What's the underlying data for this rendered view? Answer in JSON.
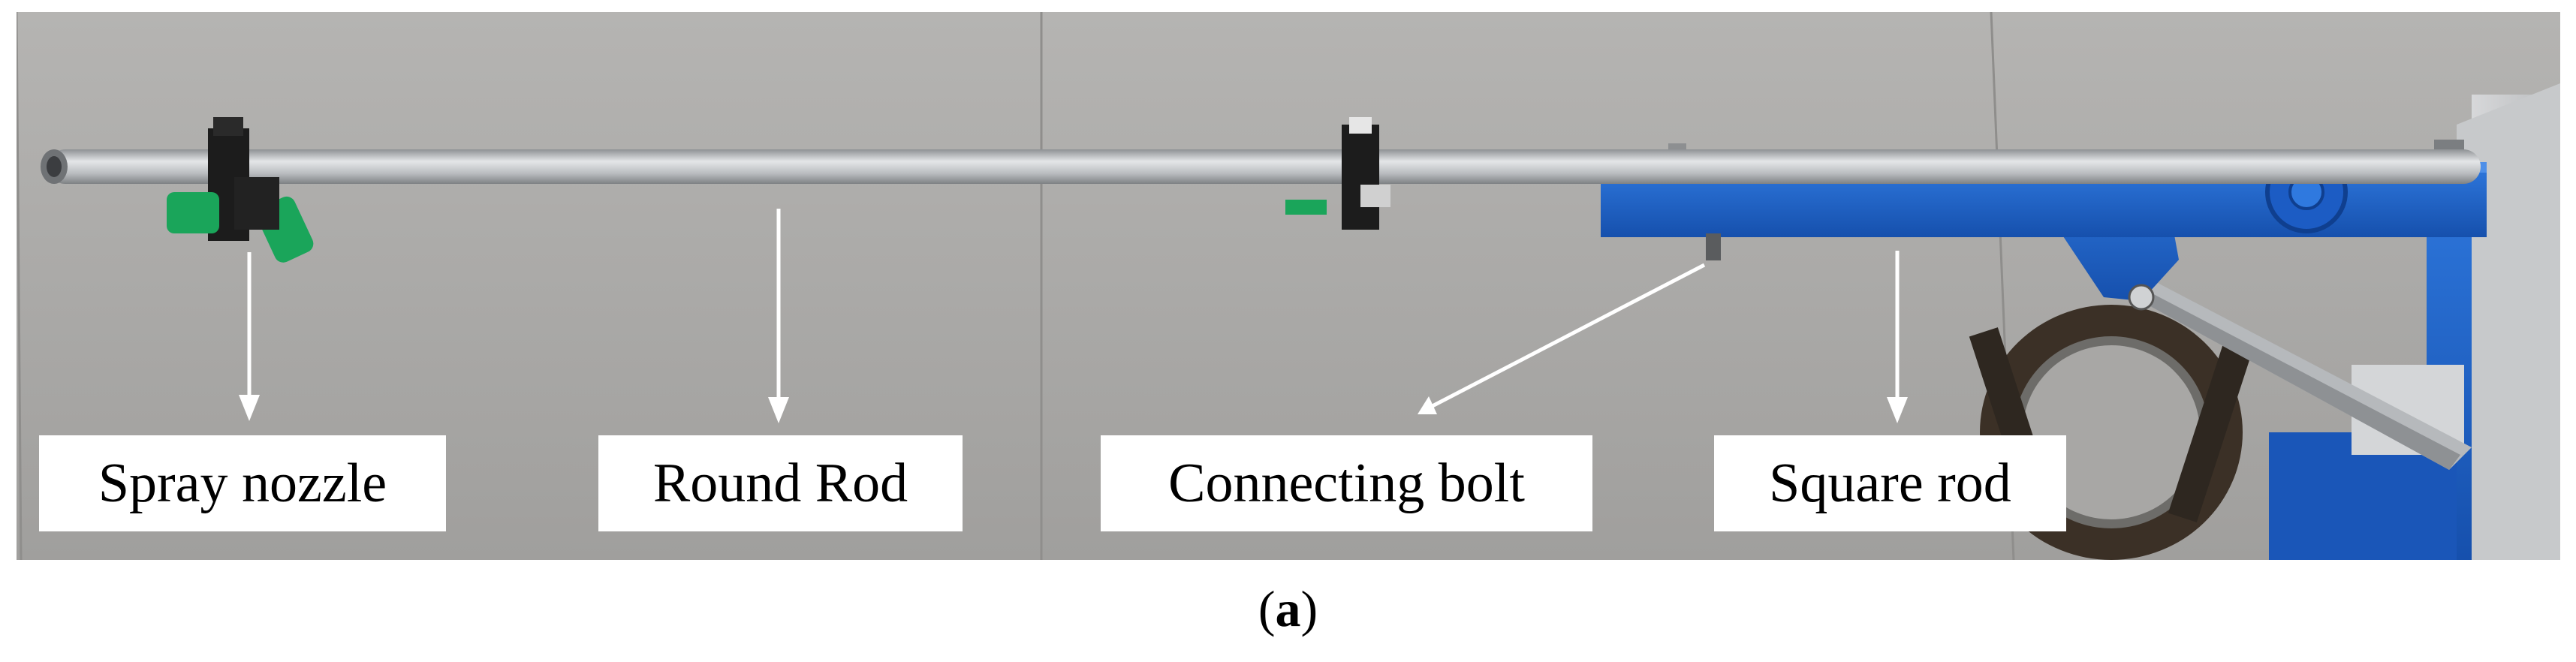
{
  "labels": {
    "spray_nozzle": "Spray nozzle",
    "round_rod": "Round Rod",
    "connecting_bolt": "Connecting bolt",
    "square_rod": "Square rod"
  },
  "caption": {
    "open": "(",
    "letter": "a",
    "close": ")"
  },
  "colors": {
    "floor": "#a7a6a4",
    "rod": "#c9ccce",
    "square_rod": "#1f63c9",
    "nozzle": "#1aa55a",
    "arrow": "#ffffff"
  },
  "icons": [
    "arrow-down-icon",
    "arrow-diagonal-icon"
  ]
}
